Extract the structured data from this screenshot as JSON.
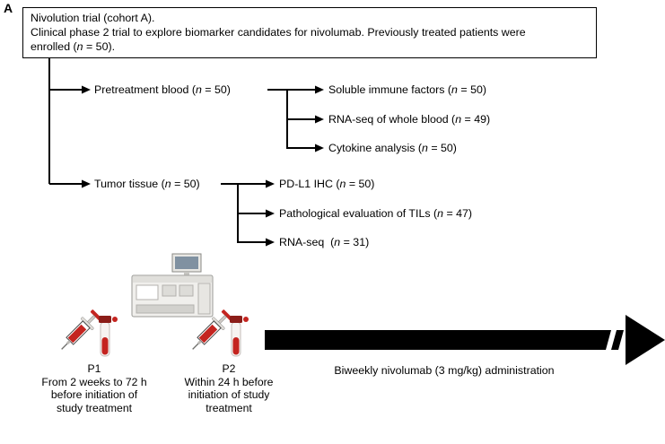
{
  "panel_label": "A",
  "header_box": {
    "line1": "Nivolution trial (cohort A).",
    "line2": "Clinical phase 2 trial to explore biomarker candidates for nivolumab. Previously treated patients were",
    "line3_pre": "enrolled (",
    "line3_n": "n",
    "line3_post": " = 50)."
  },
  "tree": {
    "blood": {
      "pre": "Pretreatment blood (",
      "n": "n",
      "post": " = 50)"
    },
    "blood_children": [
      {
        "pre": "Soluble immune factors (",
        "n": "n",
        "post": " = 50)"
      },
      {
        "pre": "RNA-seq of whole blood (",
        "n": "n",
        "post": " = 49)"
      },
      {
        "pre": "Cytokine analysis (",
        "n": "n",
        "post": " = 50)"
      }
    ],
    "tissue": {
      "pre": "Tumor tissue (",
      "n": "n",
      "post": " = 50)"
    },
    "tissue_children": [
      {
        "pre": "PD-L1 IHC (",
        "n": "n",
        "post": " = 50)"
      },
      {
        "pre": "Pathological evaluation of TILs (",
        "n": "n",
        "post": " = 47)"
      },
      {
        "pre": "RNA-seq  (",
        "n": "n",
        "post": " = 31)"
      }
    ]
  },
  "timeline": {
    "p1": {
      "label": "P1",
      "line1": "From 2 weeks to 72 h",
      "line2": "before initiation of",
      "line3": "study treatment"
    },
    "p2": {
      "label": "P2",
      "line1": "Within 24 h before",
      "line2": "initiation of study",
      "line3": "treatment"
    },
    "arrow_label": "Biweekly nivolumab (3 mg/kg) administration"
  },
  "icons": {
    "analyzer": "blood-analyzer-machine-icon",
    "syringe": "syringe-icon",
    "tube": "blood-tube-icon",
    "drop": "blood-drop-icon",
    "timeline_arrow": "timeline-arrow-icon",
    "branch_arrowhead": "arrowhead-icon"
  },
  "colors": {
    "line": "#000000",
    "blood_red": "#c42420",
    "tube_cap": "#8c1d18",
    "machine_body": "#f0efec",
    "screen": "#8091a1"
  }
}
